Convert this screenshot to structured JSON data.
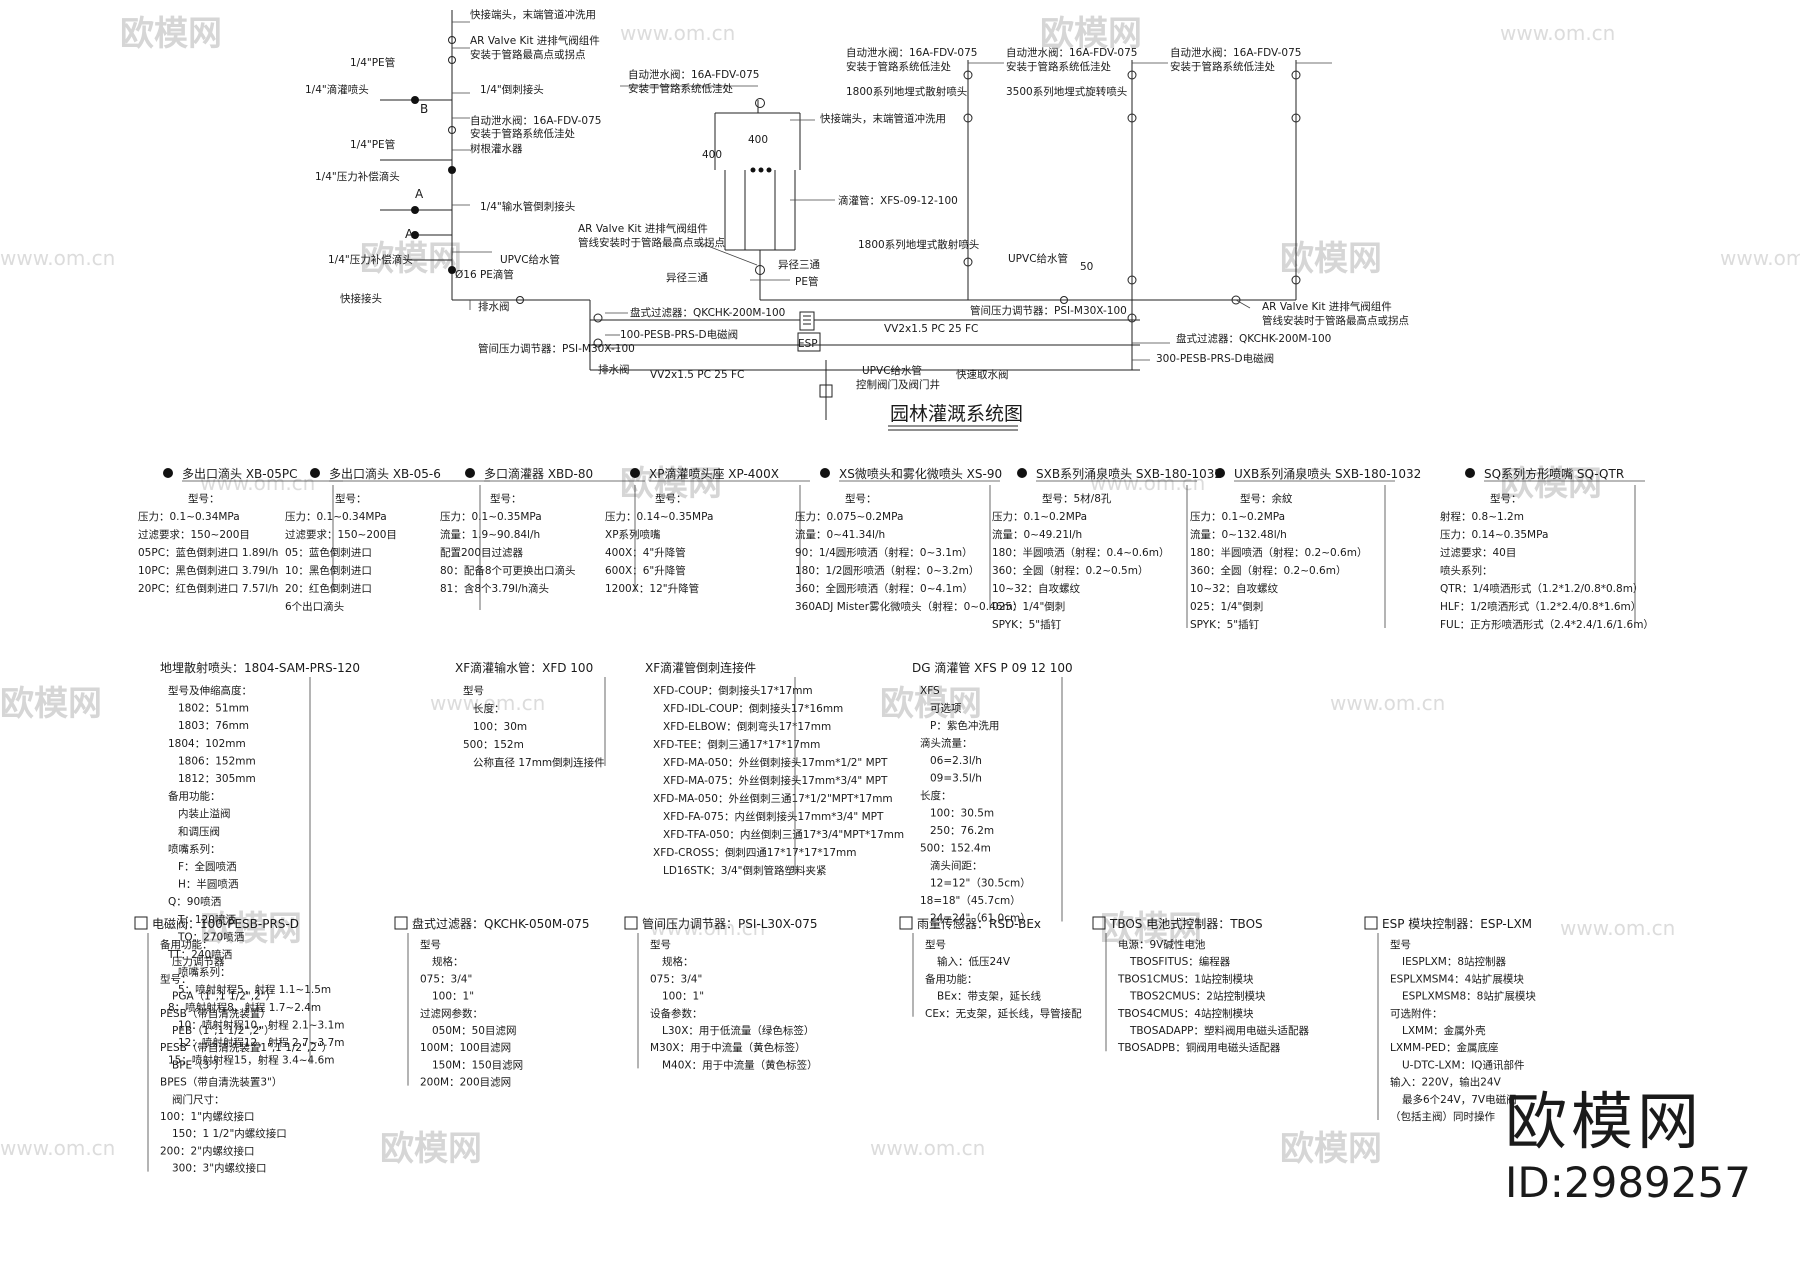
{
  "watermark": {
    "brand": "欧模网",
    "site": "www.om.cn",
    "id": "ID:2989257"
  },
  "system": {
    "title": "园林灌溉系统图",
    "left_labels": [
      "快接端头，末端管道冲洗用",
      "AR Valve Kit 进排气阀组件",
      "安装于管路最高点或拐点",
      "1/4\"PE管",
      "1/4\"滴灌喷头",
      "1/4\"倒刺接头",
      "自动泄水阀：16A-FDV-075",
      "安装于管路系统低洼处",
      "树根灌水器",
      "1/4\"PE管",
      "1/4\"压力补偿滴头",
      "1/4\"输水管倒刺接头",
      "1/4\"压力补偿滴头",
      "Ø16 PE滴管",
      "UPVC给水管",
      "快接接头",
      "排水阀"
    ],
    "markers": [
      "A",
      "B",
      "A"
    ],
    "center_labels": [
      "自动泄水阀：16A-FDV-075",
      "安装于管路系统低洼处",
      "快接端头，末端管道冲洗用",
      "400",
      "400",
      "滴灌管：XFS-09-12-100",
      "AR Valve Kit 进排气阀组件",
      "管线安装时于管路最高点或拐点",
      "异径三通",
      "PE管",
      "异径三通",
      "盘式过滤器：QKCHK-200M-100",
      "100-PESB-PRS-D电磁阀",
      "管间压力调节器：PSI-M30X-100",
      "排水阀",
      "VV2x1.5 PC 25 FC",
      "VV2x1.5 PC 25 FC",
      "ESP",
      "UPVC给水管",
      "控制阀门及阀门井",
      "快速取水阀"
    ],
    "right_labels": [
      "自动泄水阀：16A-FDV-075",
      "安装于管路系统低洼处",
      "1800系列地埋式散射喷头",
      "自动泄水阀：16A-FDV-075",
      "安装于管路系统低洼处",
      "3500系列地埋式旋转喷头",
      "自动泄水阀：16A-FDV-075",
      "安装于管路系统低洼处",
      "1800系列地埋式散射喷头",
      "UPVC给水管",
      "50",
      "管间压力调节器：PSI-M30X-100",
      "盘式过滤器：QKCHK-200M-100",
      "300-PESB-PRS-D电磁阀",
      "AR Valve Kit 进排气阀组件",
      "管线安装时于管路最高点或拐点"
    ]
  },
  "legends_row1": [
    {
      "title": "多出口滴头 XB-05PC",
      "lines": [
        "型号：",
        "压力：0.1~0.34MPa",
        "过滤要求：150~200目",
        "05PC：蓝色倒刺进口 1.89l/h",
        "10PC：黑色倒刺进口 3.79l/h",
        "20PC：红色倒刺进口 7.57l/h"
      ]
    },
    {
      "title": "多出口滴头 XB-05-6",
      "lines": [
        "型号：",
        "压力：0.1~0.34MPa",
        "过滤要求：150~200目",
        "05：蓝色倒刺进口",
        "10：黑色倒刺进口",
        "20：红色倒刺进口",
        "6个出口滴头"
      ]
    },
    {
      "title": "多口滴灌器 XBD-80",
      "lines": [
        "型号：",
        "压力：0.1~0.35MPa",
        "流量：1.9~90.84l/h",
        "配置200目过滤器",
        "80：配备8个可更换出口滴头",
        "81：含8个3.79l/h滴头"
      ]
    },
    {
      "title": "XP滴灌喷头座 XP-400X",
      "lines": [
        "型号：",
        "压力：0.14~0.35MPa",
        "XP系列喷嘴",
        "400X：4\"升降管",
        "600X：6\"升降管",
        "1200X：12\"升降管"
      ]
    },
    {
      "title": "XS微喷头和雾化微喷头 XS-90",
      "lines": [
        "型号：",
        "压力：0.075~0.2MPa",
        "流量：0~41.34l/h",
        "90：1/4圆形喷洒（射程：0~3.1m）",
        "180：1/2圆形喷洒（射程：0~3.2m）",
        "360：全圆形喷洒（射程：0~4.1m）",
        "360ADJ Mister雾化微喷头（射程：0~0.46m）"
      ]
    },
    {
      "title": "SXB系列涌泉喷头 SXB-180-1032",
      "lines": [
        "型号：5材/8孔",
        "压力：0.1~0.2MPa",
        "流量：0~49.21l/h",
        "180：半圆喷洒（射程：0.4~0.6m）",
        "360：全圆（射程：0.2~0.5m）",
        "10~32：自攻螺纹",
        "025：1/4\"倒刺",
        "SPYK：5\"插钉"
      ]
    },
    {
      "title": "UXB系列涌泉喷头 SXB-180-1032",
      "lines": [
        "型号：余紋",
        "压力：0.1~0.2MPa",
        "流量：0~132.48l/h",
        "180：半圆喷洒（射程：0.2~0.6m）",
        "360：全圆（射程：0.2~0.6m）",
        "10~32：自攻螺纹",
        "025：1/4\"倒刺",
        "SPYK：5\"插钉"
      ]
    },
    {
      "title": "SQ系列方形喷嘴 SQ-QTR",
      "lines": [
        "型号：",
        "射程：0.8~1.2m",
        "压力：0.14~0.35MPa",
        "过滤要求：40目",
        "喷头系列：",
        "QTR：1/4喷洒形式（1.2*1.2/0.8*0.8m）",
        "HLF：1/2喷洒形式（1.2*2.4/0.8*1.6m）",
        "FUL：正方形喷洒形式（2.4*2.4/1.6/1.6m）"
      ]
    }
  ],
  "legends_row2": [
    {
      "title": "地埋散射喷头：1804-SAM-PRS-120",
      "lines": [
        "型号及伸缩高度：",
        "1802：51mm",
        "1803：76mm",
        "1804：102mm",
        "1806：152mm",
        "1812：305mm",
        "备用功能：",
        "内装止溢阀",
        "和调压阀",
        "喷嘴系列：",
        "F：全圆喷洒",
        "H：半圆喷洒",
        "Q：90喷洒",
        "T：120喷洒",
        "TQ：270喷洒",
        "TT：240喷洒",
        "喷嘴系列：",
        "5：喷射射程5，射程 1.1~1.5m",
        "8：喷射射程8，射程 1.7~2.4m",
        "10：喷射射程10，射程 2.1~3.1m",
        "12：喷射射程12，射程 2.7~3.7m",
        "15：喷射射程15，射程 3.4~4.6m"
      ]
    },
    {
      "title": "XF滴灌输水管：XFD 100",
      "lines": [
        "型号",
        "长度：",
        "100：30m",
        "500：152m",
        "公称直径 17mm倒刺连接件"
      ]
    },
    {
      "title": "XF滴灌管倒刺连接件",
      "lines": [
        "XFD-COUP：倒刺接头17*17mm",
        "XFD-IDL-COUP：倒刺接头17*16mm",
        "XFD-ELBOW：倒刺弯头17*17mm",
        "XFD-TEE：倒刺三通17*17*17mm",
        "XFD-MA-050：外丝倒刺接头17mm*1/2\" MPT",
        "XFD-MA-075：外丝倒刺接头17mm*3/4\" MPT",
        "XFD-MA-050：外丝倒刺三通17*1/2\"MPT*17mm",
        "XFD-FA-075：内丝倒刺接头17mm*3/4\" MPT",
        "XFD-TFA-050：内丝倒刺三通17*3/4\"MPT*17mm",
        "XFD-CROSS：倒刺四通17*17*17*17mm",
        "LD16STK：3/4\"倒刺管路塑料夹紧"
      ]
    },
    {
      "title": "DG 滴灌管 XFS P 09 12 100",
      "lines": [
        "XFS",
        "可选项",
        "P：紫色冲洗用",
        "滴头流量：",
        "06=2.3l/h",
        "09=3.5l/h",
        "长度：",
        "100：30.5m",
        "250：76.2m",
        "500：152.4m",
        "滴头间距：",
        "12=12\"（30.5cm）",
        "18=18\"（45.7cm）",
        "24=24\"（61.0cm）"
      ]
    }
  ],
  "legends_row3": [
    {
      "title": "电磁阀：100-PESB-PRS-D",
      "lines": [
        "备用功能：",
        "压力调节器",
        "型号：",
        "PGA（1\",1 1/2\",2\"）",
        "PESB（带自清洗装置）",
        "PEB（1\",1 1/2\",2\"）",
        "PESB（带自清洗装置1\",1 1/2\",2\"）",
        "BPE（3\"）",
        "BPES（带自清洗装置3\"）",
        "阀门尺寸：",
        "100：1\"内螺纹接口",
        "150：1 1/2\"内螺纹接口",
        "200：2\"内螺纹接口",
        "300：3\"内螺纹接口"
      ]
    },
    {
      "title": "盘式过滤器：QKCHK-050M-075",
      "lines": [
        "型号",
        "规格：",
        "075：3/4\"",
        "100：1\"",
        "过滤网参数：",
        "050M：50目滤网",
        "100M：100目滤网",
        "150M：150目滤网",
        "200M：200目滤网"
      ]
    },
    {
      "title": "管间压力调节器：PSI-L30X-075",
      "lines": [
        "型号",
        "规格：",
        "075：3/4\"",
        "100：1\"",
        "设备参数：",
        "L30X：用于低流量（绿色标签）",
        "M30X：用于中流量（黄色标签）",
        "M40X：用于中流量（黄色标签）"
      ]
    },
    {
      "title": "雨量传感器：RSD-BEx",
      "lines": [
        "型号",
        "输入：低压24V",
        "备用功能：",
        "BEx：带支架，延长线",
        "CEx：无支架，延长线，导管接配"
      ]
    },
    {
      "title": "TBOS 电池式控制器：TBOS",
      "lines": [
        "电源：9V碱性电池",
        "TBOSFITUS：编程器",
        "TBOS1CMUS：1站控制模块",
        "TBOS2CMUS：2站控制模块",
        "TBOS4CMUS：4站控制模块",
        "TBOSADAPP：塑料阀用电磁头适配器",
        "TBOSADPB：铜阀用电磁头适配器"
      ]
    },
    {
      "title": "ESP 模块控制器：ESP-LXM",
      "lines": [
        "型号",
        "IESPLXM：8站控制器",
        "ESPLXMSM4：4站扩展模块",
        "ESPLXMSM8：8站扩展模块",
        "可选附件：",
        "LXMM：金属外壳",
        "LXMM-PED：金属底座",
        "U-DTC-LXM：IQ通讯部件",
        "输入：220V，输出24V",
        "最多6个24V，7V电磁阀",
        "（包括主阀）同时操作"
      ]
    }
  ]
}
